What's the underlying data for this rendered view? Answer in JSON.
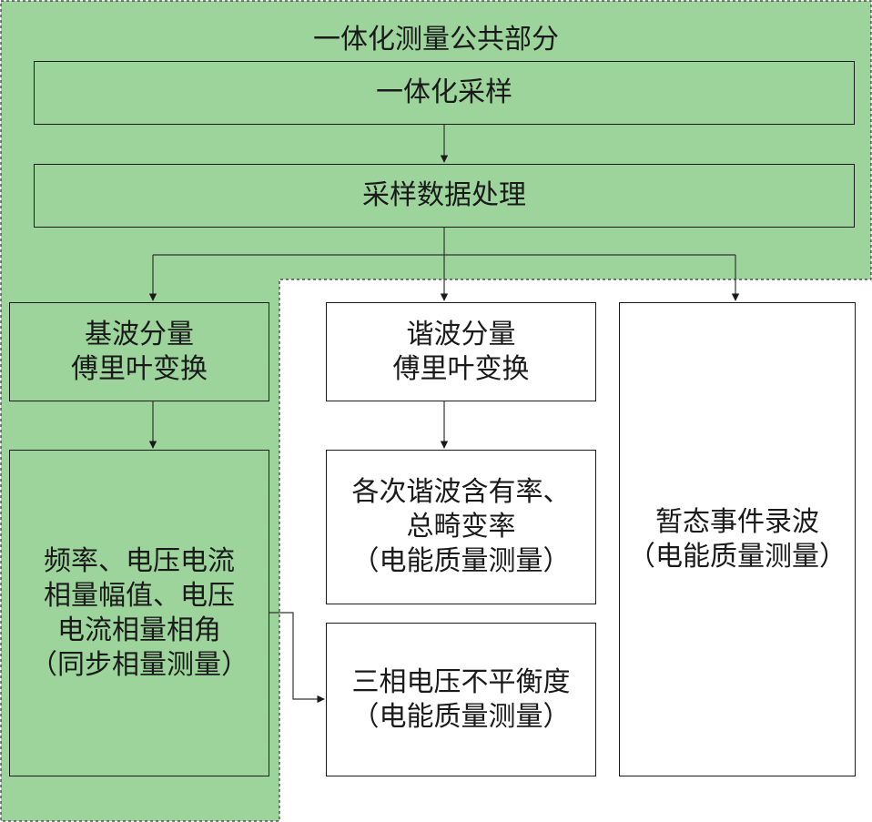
{
  "diagram": {
    "region_title": "一体化测量公共部分",
    "colors": {
      "shared_region": "#9cd49c",
      "box_border": "#1a1a1a",
      "line": "#333333"
    },
    "nodes": {
      "sampling": {
        "lines": [
          "一体化采样"
        ]
      },
      "data_processing": {
        "lines": [
          "采样数据处理"
        ]
      },
      "fundamental_fft": {
        "lines": [
          "基波分量",
          "傅里叶变换"
        ]
      },
      "harmonic_fft": {
        "lines": [
          "谐波分量",
          "傅里叶变换"
        ]
      },
      "phasor_result": {
        "lines": [
          "频率、电压电流",
          "相量幅值、电压",
          "电流相量相角",
          "（同步相量测量）"
        ]
      },
      "harmonic_result": {
        "lines": [
          "各次谐波含有率、",
          "总畸变率",
          "（电能质量测量）"
        ]
      },
      "unbalance_result": {
        "lines": [
          "三相电压不平衡度",
          "（电能质量测量）"
        ]
      },
      "transient_recording": {
        "lines": [
          "暂态事件录波",
          "（电能质量测量）"
        ]
      }
    },
    "edges": [
      {
        "from": "sampling",
        "to": "data_processing"
      },
      {
        "from": "data_processing",
        "to": "fundamental_fft"
      },
      {
        "from": "data_processing",
        "to": "harmonic_fft"
      },
      {
        "from": "data_processing",
        "to": "transient_recording"
      },
      {
        "from": "fundamental_fft",
        "to": "phasor_result"
      },
      {
        "from": "harmonic_fft",
        "to": "harmonic_result"
      },
      {
        "from": "phasor_result",
        "to": "unbalance_result"
      }
    ]
  }
}
